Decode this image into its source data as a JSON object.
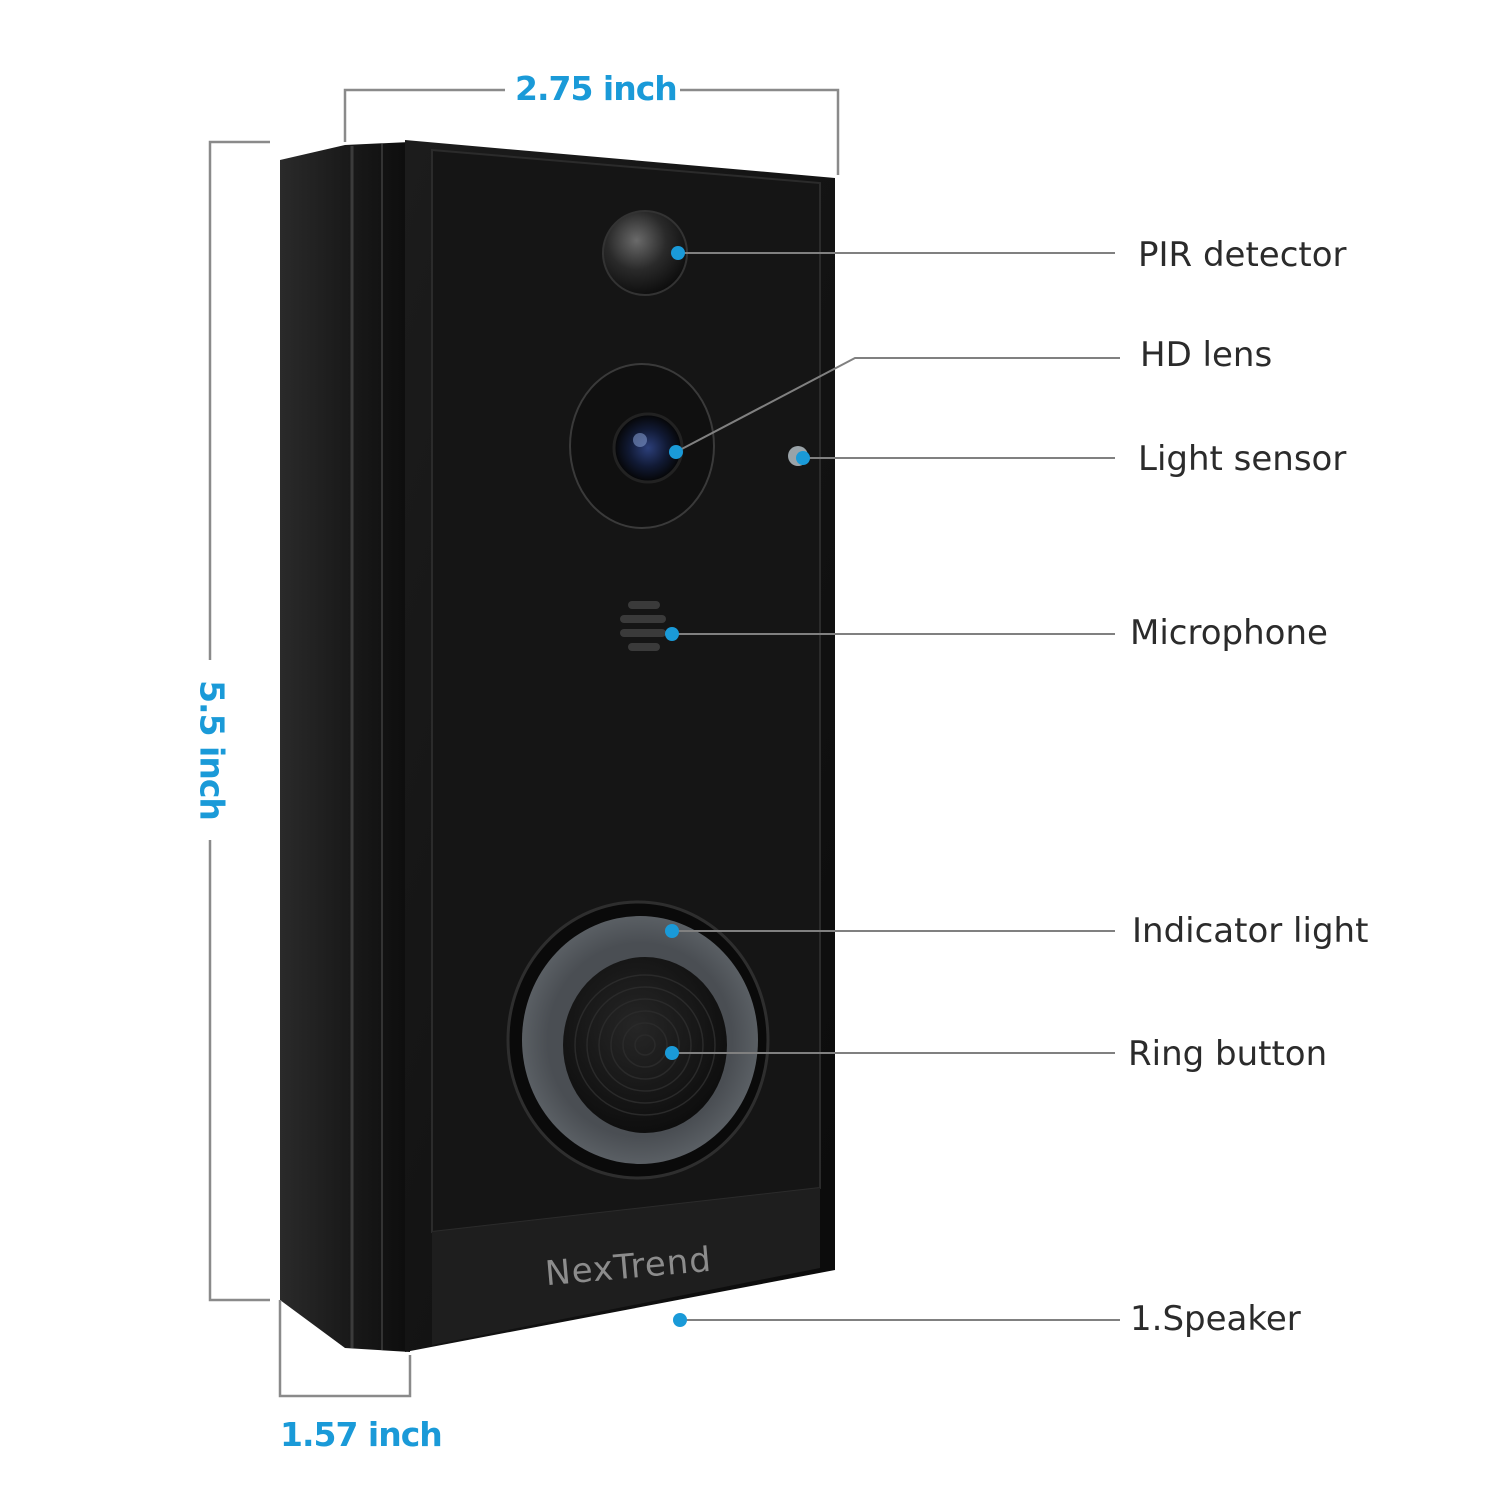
{
  "dimensions": {
    "width": "2.75 inch",
    "height": "5.5 inch",
    "depth": "1.57 inch"
  },
  "brand": "NexTrend",
  "callouts": [
    {
      "id": "pir",
      "label": "PIR detector"
    },
    {
      "id": "lens",
      "label": "HD lens"
    },
    {
      "id": "light-sensor",
      "label": "Light sensor"
    },
    {
      "id": "microphone",
      "label": "Microphone"
    },
    {
      "id": "indicator",
      "label": "Indicator light"
    },
    {
      "id": "ring",
      "label": "Ring button"
    },
    {
      "id": "speaker",
      "label": "1.Speaker"
    }
  ],
  "colors": {
    "accent": "#1a9ad8",
    "leader_line": "#808080",
    "device_body": "#141414"
  }
}
